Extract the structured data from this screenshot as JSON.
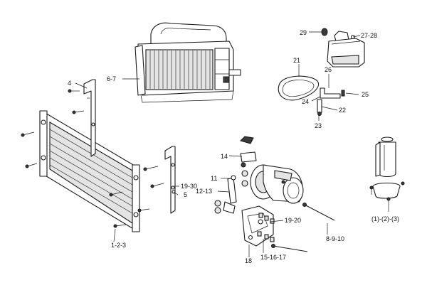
{
  "callouts": {
    "c1": "1-2-3",
    "c4": "4",
    "c5": "5",
    "c67": "6-7",
    "c89": "8-9-10",
    "c11": "11",
    "c1213": "12-13",
    "c14": "14",
    "c151617": "15-16-17",
    "c18": "18",
    "c1920a": "19-20",
    "c1930": "19-30",
    "c21": "21",
    "c22": "22",
    "c23": "23",
    "c24": "24",
    "c25": "25",
    "c26": "26",
    "c2728": "27-28",
    "c29": "29",
    "c123": "(1)-(2)-(3)"
  }
}
